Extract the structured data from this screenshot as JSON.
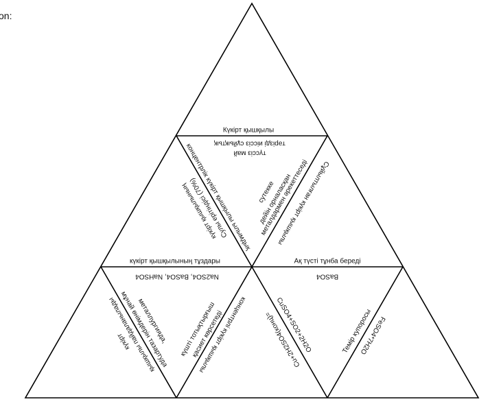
{
  "caption": "on:",
  "top_inner": {
    "top_label": "Күкірт қышқылы",
    "base_lines": [
      "түссіз май",
      "тәрізді иіссіз сұйықтық"
    ],
    "left_inside": "концентрлік күкірт қышқылы ылымдық",
    "left_outside": [
      "күкірт қышқылының",
      "Сулы ерітіндісі (70%)"
    ],
    "right_inside": [
      "сутекке",
      "дейін орналасқан",
      "металдармен әрекеттеседі"
    ],
    "right_outside": "Сұйылтылған күкірт қышқылы"
  },
  "bottom_left": {
    "top_label": "күкірт қышқылының тұздары",
    "base_line": "Na2SO4, BaSO4, NaHSO4",
    "left_inside": [
      "металлургияда,",
      "мұнай өнімдерін тазартуда"
    ],
    "left_outside": [
      "күкірт",
      "қышқылы пайдаланылады"
    ],
    "right_inside": [
      "күшті тотықтырғыш",
      "қасиет көрсетеді"
    ],
    "right_outside": "концентрлі күкірт қышқылы"
  },
  "bottom_right": {
    "top_label": "Ақ түсті тұнба береді",
    "base_line": "BaSO4",
    "left_inside": "CuSO4+SO2+2H2O",
    "left_outside": "Cu+2H2SO4(конц)=",
    "right_inside": "Темір купоросы",
    "right_outside": "FeSO4*7H2O"
  }
}
